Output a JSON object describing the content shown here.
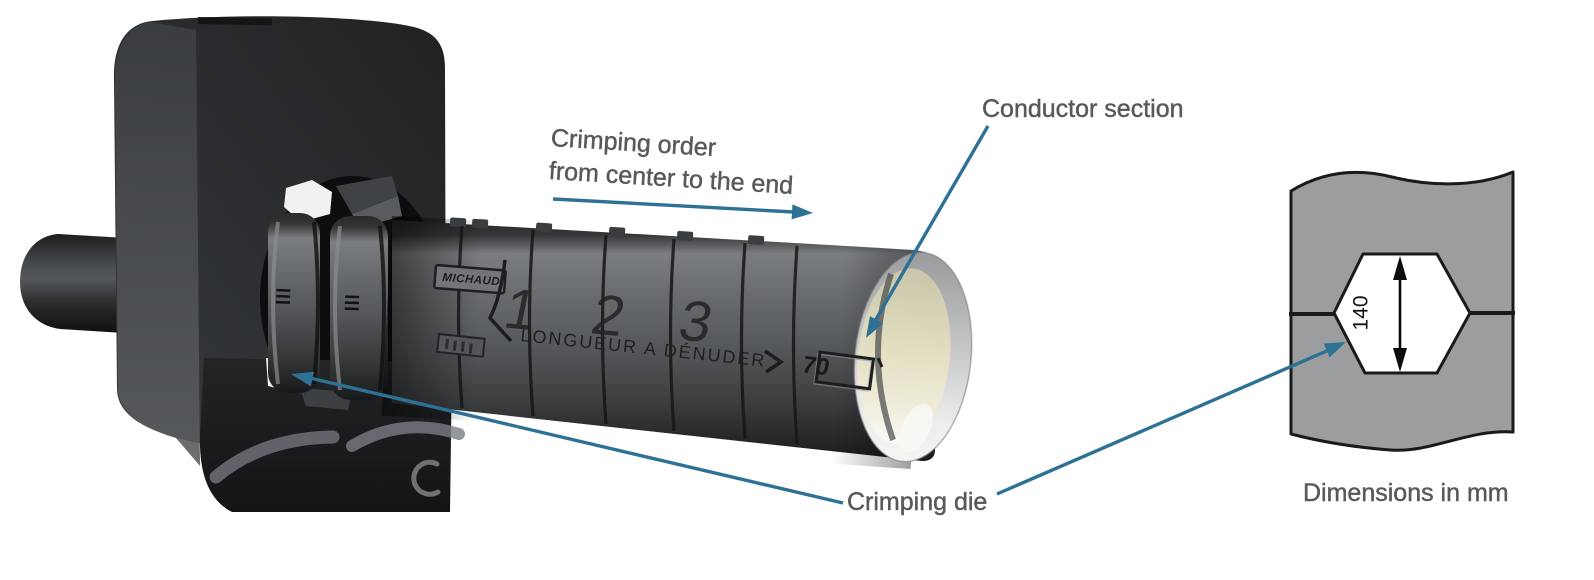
{
  "labels": {
    "crimping_order_line1": "Crimping order",
    "crimping_order_line2": "from center to the end",
    "conductor_section": "Conductor section",
    "crimping_die": "Crimping die",
    "dimensions_note": "Dimensions in mm"
  },
  "sleeve_markings": {
    "brand": "MICHAUD",
    "step_numbers": [
      "1",
      "2",
      "3"
    ],
    "strip_length_label": "LONGUEUR A DÉNUDER",
    "conductor_section_value": "70"
  },
  "die_diagram": {
    "width_across_flats_mm": "140"
  },
  "colors": {
    "leader_blue": "#2d7195",
    "label_gray": "#58595b",
    "die_block_gray": "#9c9d9e",
    "outline_black": "#1a1a1a"
  }
}
